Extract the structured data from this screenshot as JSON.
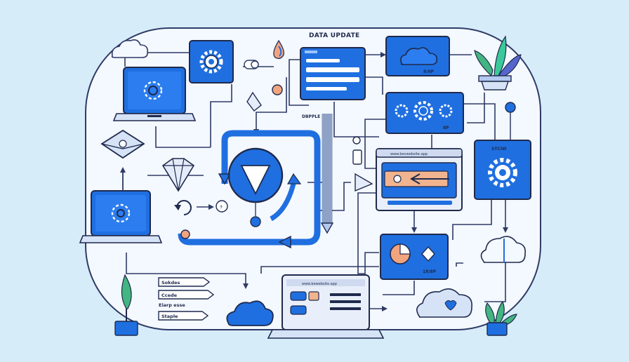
{
  "labels": {
    "title": "DATA UPDATE",
    "double": "DBPPLE",
    "storage_tag": "8/8P",
    "gear_tag": "8P",
    "stchw": "STCIW",
    "chart_tag": "18/8P",
    "url_top": "www.bevwebsite.app",
    "url_bottom": "www.bewebsite.app"
  },
  "legend": {
    "item1": "Sokdes",
    "item2": "Ccede",
    "item3": "Eiarp esse",
    "item4": "Staple"
  },
  "colors": {
    "primary": "#1f6fe0",
    "dark": "#1f2a4d",
    "line": "#2e3b66",
    "accent": "#f2a47e",
    "background": "#d7ecf9",
    "panel": "#f4f8ff",
    "leaf": "#43b581"
  }
}
